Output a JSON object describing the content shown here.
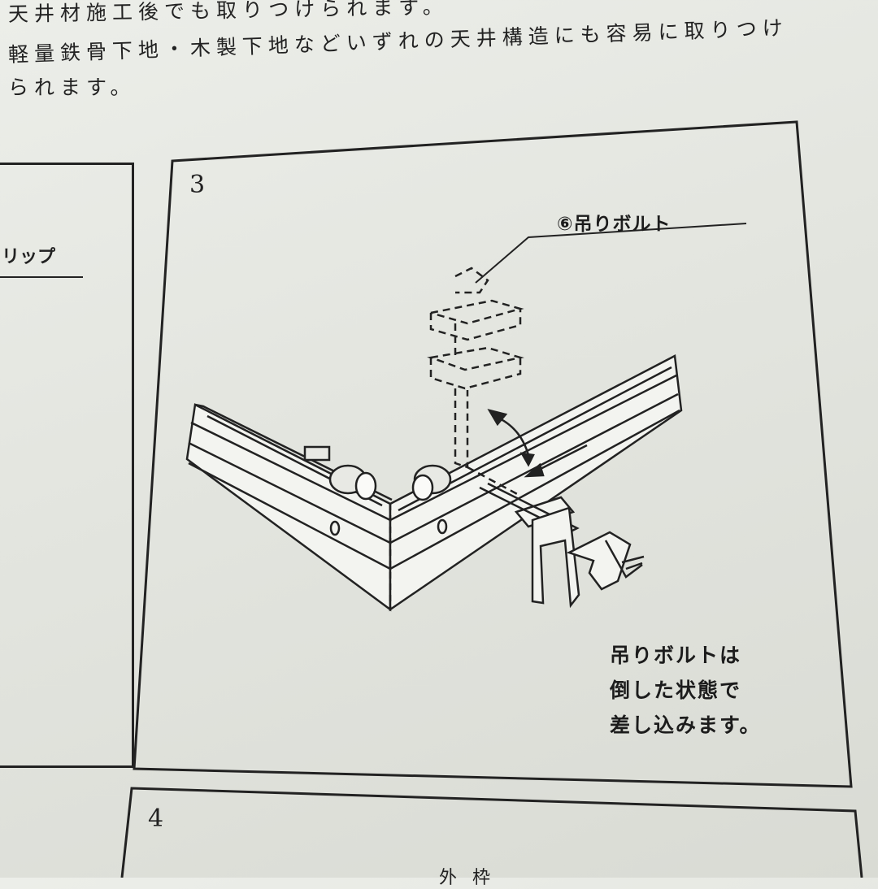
{
  "header_text": {
    "line1": "天井材施工後でも取りつけられます。",
    "line2": "軽量鉄骨下地・木製下地などいずれの天井構造にも容易に取りつけ",
    "line3": "られます。"
  },
  "left_panel": {
    "label": "リップ"
  },
  "panel_3": {
    "number": "3",
    "bolt_label": "⑥吊りボルト",
    "caption": [
      "吊りボルトは",
      "倒した状態で",
      "差し込みます。"
    ]
  },
  "panel_4": {
    "number": "4",
    "partial_text": "外 枠"
  }
}
